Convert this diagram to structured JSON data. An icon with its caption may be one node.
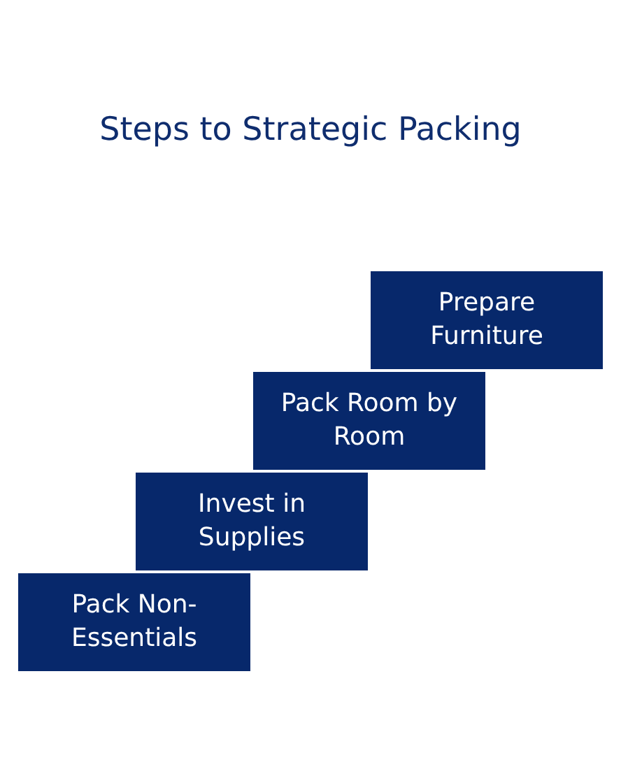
{
  "diagram": {
    "title": "Steps to Strategic Packing",
    "nodes": [
      {
        "text": [
          "Pack Non-Essentials"
        ]
      },
      {
        "text": [
          "Invest in Supplies"
        ]
      },
      {
        "text": [
          "Pack Room by Room"
        ]
      },
      {
        "text": [
          "Prepare Furniture"
        ]
      }
    ]
  }
}
